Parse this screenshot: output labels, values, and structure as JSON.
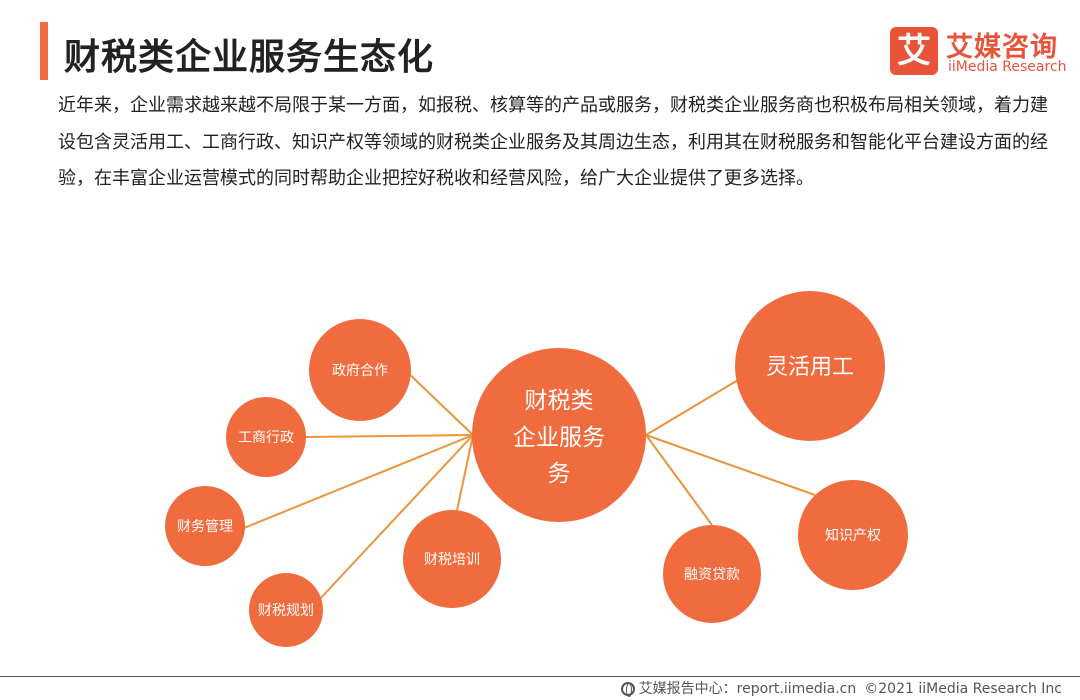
{
  "header": {
    "title": "财税类企业服务生态化"
  },
  "logo": {
    "mark": "艾",
    "name_cn": "艾媒咨询",
    "name_en": "iiMedia Research"
  },
  "intro_text": "近年来，企业需求越来越不局限于某一方面，如报税、核算等的产品或服务，财税类企业服务商也积极布局相关领域，着力建设包含灵活用工、工商行政、知识产权等领域的财税类企业服务及其周边生态，利用其在财税服务和智能化平台建设方面的经验，在丰富企业运营模式的同时帮助企业把控好税收和经营风险，给广大企业提供了更多选择。",
  "diagram": {
    "center": {
      "label_lines": [
        "财税类",
        "企业服务",
        "务"
      ]
    },
    "nodes": [
      {
        "id": "gov",
        "label": "政府合作"
      },
      {
        "id": "biz",
        "label": "工商行政"
      },
      {
        "id": "fin",
        "label": "财务管理"
      },
      {
        "id": "tax",
        "label": "财税规划"
      },
      {
        "id": "train",
        "label": "财税培训"
      },
      {
        "id": "flex",
        "label": "灵活用工"
      },
      {
        "id": "loan",
        "label": "融资贷款"
      },
      {
        "id": "ip",
        "label": "知识产权"
      }
    ],
    "colors": {
      "node": "#f06b3d",
      "line": "#e8953c"
    }
  },
  "footer": {
    "source": "艾媒报告中心：report.iimedia.cn",
    "copyright": "©2021  iiMedia Research  Inc"
  }
}
